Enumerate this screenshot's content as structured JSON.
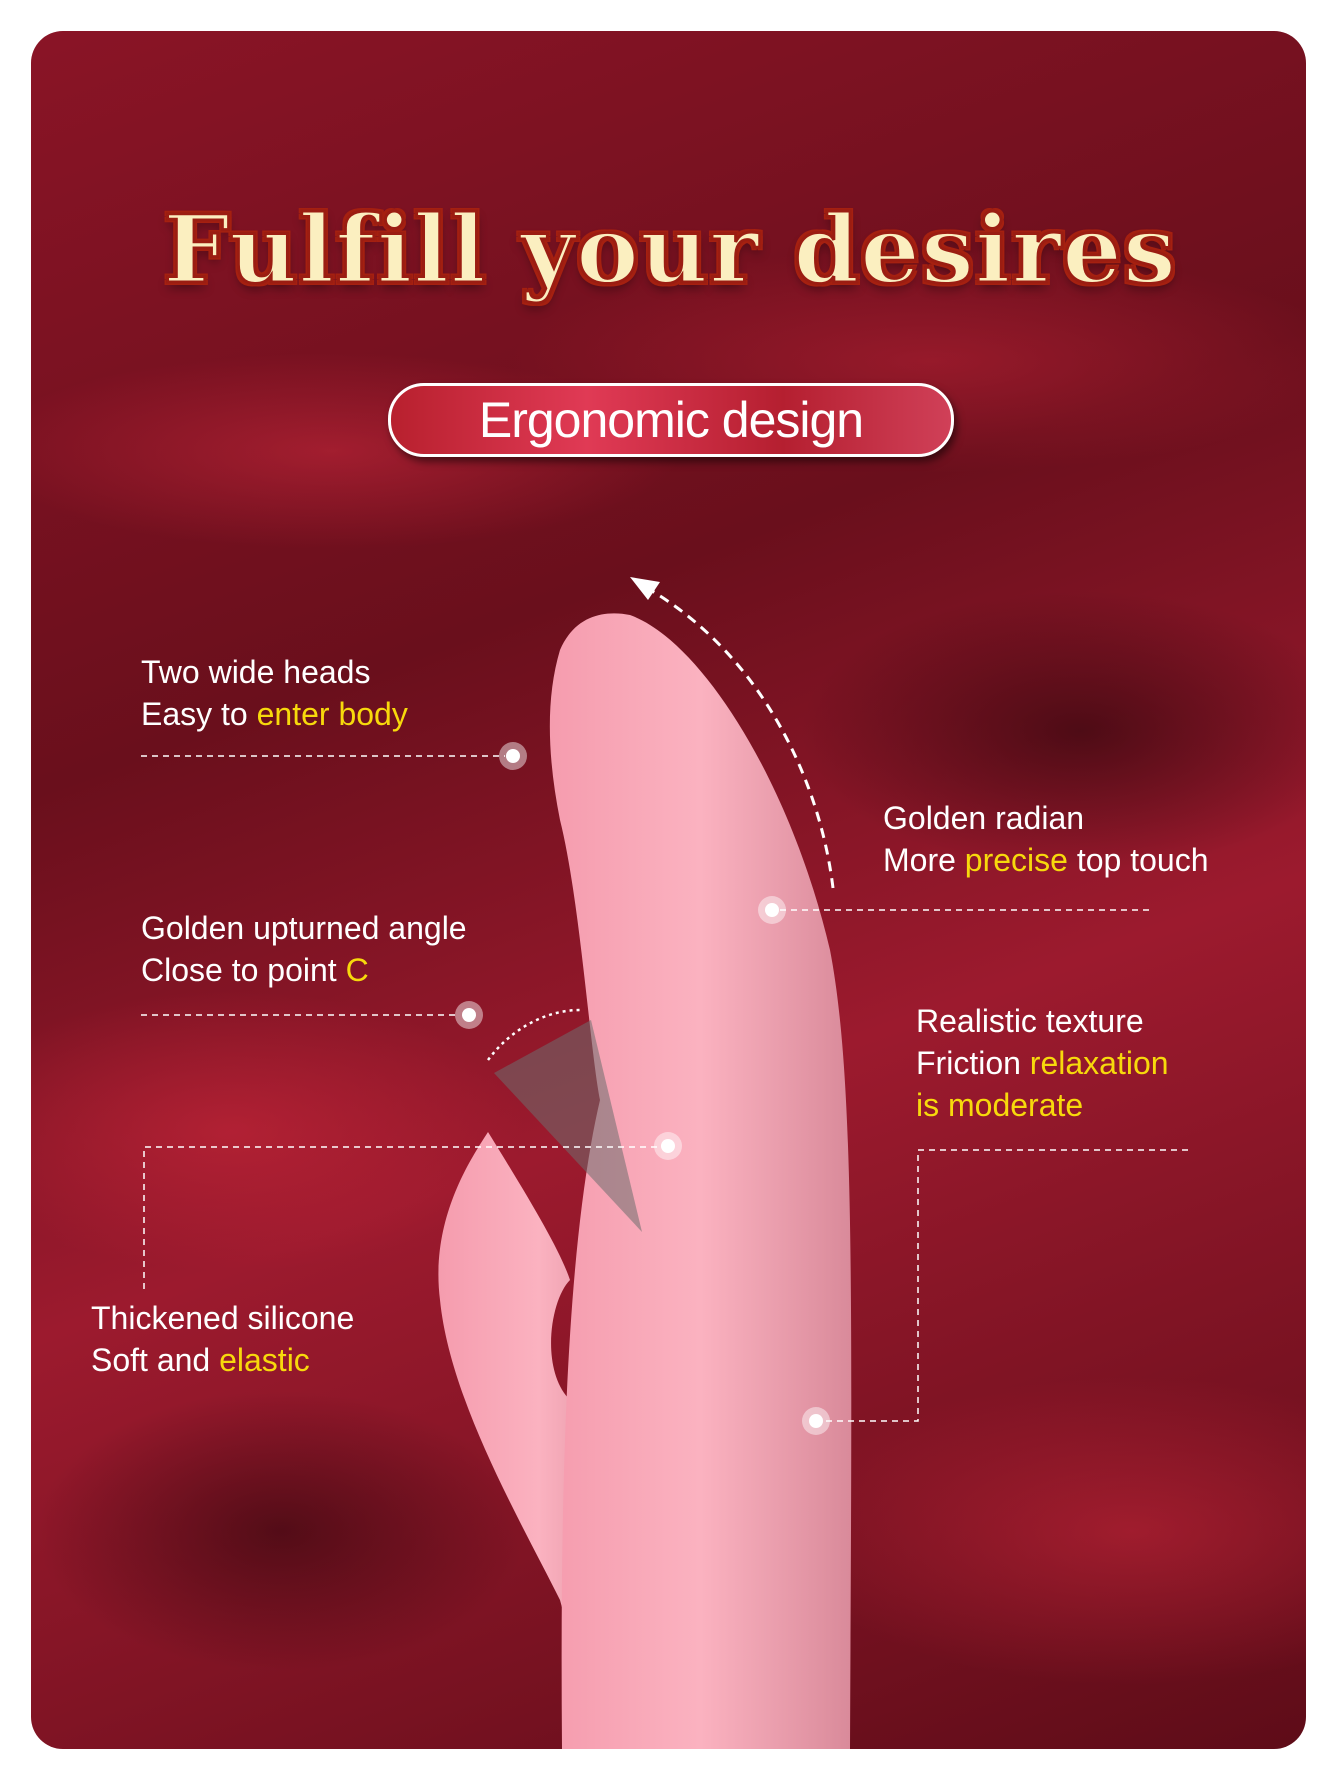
{
  "title": "Fulfill your desires",
  "badge": "Ergonomic design",
  "colors": {
    "highlight": "#f7d90c",
    "background": "#8a1426",
    "product": "#f7a7b6"
  },
  "features": [
    {
      "line1": "Two wide heads",
      "line2_plain": "Easy to ",
      "line2_highlight": "enter body"
    },
    {
      "line1": "Golden radian",
      "line2_plain": "More ",
      "line2_highlight": "precise",
      "line2_after": " top touch"
    },
    {
      "line1": "Golden upturned angle",
      "line2_plain": "Close to point ",
      "line2_highlight": "C"
    },
    {
      "line1": "Realistic texture",
      "line2_plain": "Friction ",
      "line2_highlight": "relaxation",
      "line3_highlight": "is moderate"
    },
    {
      "line1": "Thickened silicone",
      "line2_plain": "Soft and ",
      "line2_highlight": "elastic"
    }
  ]
}
